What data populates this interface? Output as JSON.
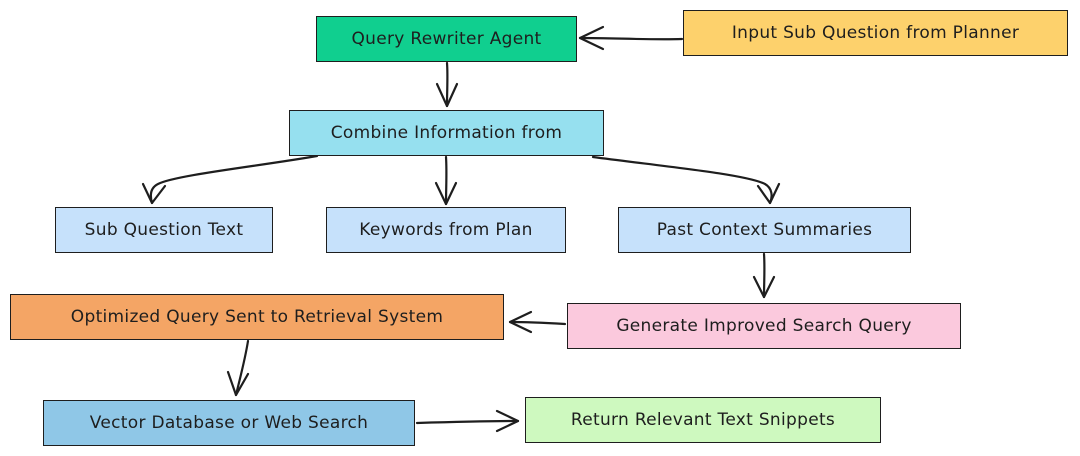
{
  "nodes": {
    "query_rewriter_agent": {
      "label": "Query Rewriter Agent",
      "fill": "#10cf8f"
    },
    "input_sub_question": {
      "label": "Input Sub Question from Planner",
      "fill": "#fdd16c"
    },
    "combine_information": {
      "label": "Combine Information from",
      "fill": "#96e0ef"
    },
    "sub_question_text": {
      "label": "Sub Question Text",
      "fill": "#c6e1fb"
    },
    "keywords_from_plan": {
      "label": "Keywords from Plan",
      "fill": "#c6e1fb"
    },
    "past_context_summaries": {
      "label": "Past Context Summaries",
      "fill": "#c6e1fb"
    },
    "optimized_query": {
      "label": "Optimized Query Sent to Retrieval System",
      "fill": "#f4a565"
    },
    "generate_improved_query": {
      "label": "Generate Improved Search Query",
      "fill": "#fbc9dd"
    },
    "vector_database": {
      "label": "Vector Database or Web Search",
      "fill": "#8fc7e7"
    },
    "return_snippets": {
      "label": "Return Relevant Text Snippets",
      "fill": "#cef9bf"
    }
  },
  "edges": [
    {
      "from": "input_sub_question",
      "to": "query_rewriter_agent"
    },
    {
      "from": "query_rewriter_agent",
      "to": "combine_information"
    },
    {
      "from": "combine_information",
      "to": "sub_question_text"
    },
    {
      "from": "combine_information",
      "to": "keywords_from_plan"
    },
    {
      "from": "combine_information",
      "to": "past_context_summaries"
    },
    {
      "from": "past_context_summaries",
      "to": "generate_improved_query"
    },
    {
      "from": "generate_improved_query",
      "to": "optimized_query"
    },
    {
      "from": "optimized_query",
      "to": "vector_database"
    },
    {
      "from": "vector_database",
      "to": "return_snippets"
    }
  ],
  "style": {
    "stroke": "#1e1e1e"
  }
}
